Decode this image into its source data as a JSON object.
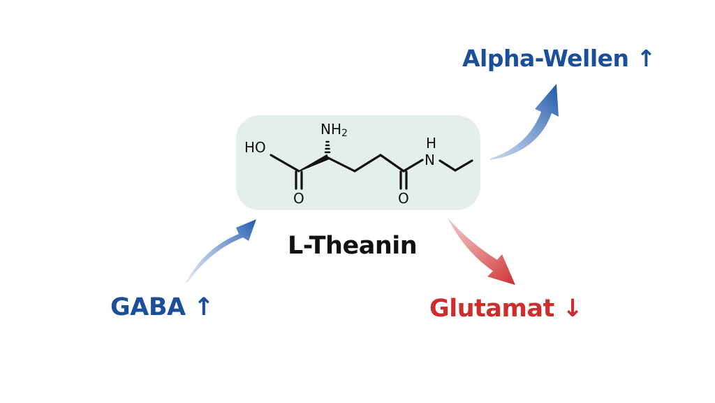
{
  "title": "L-Theanin",
  "effects": {
    "alpha": {
      "label": "Alpha-Wellen ↑",
      "direction": "up",
      "color": "#1b4f9a"
    },
    "gaba": {
      "label": "GABA ↑",
      "direction": "up",
      "color": "#1b4f9a"
    },
    "glutamat": {
      "label": "Glutamat ↓",
      "direction": "down",
      "color": "#cc2e2e"
    }
  },
  "molecule": {
    "atoms": {
      "ho": "HO",
      "nh2": "NH",
      "nh2_sub": "2",
      "o1": "O",
      "o2": "O",
      "n": "N",
      "h": "H"
    }
  }
}
